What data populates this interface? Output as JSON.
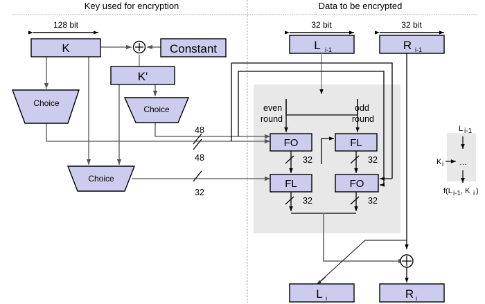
{
  "figure": {
    "headers": {
      "left": "Key used for encryption",
      "right": "Data to be encrypted"
    },
    "colors": {
      "box_fill": "#ccccee",
      "box_stroke": "#000000",
      "panel_fill": "#e8e8e8",
      "wire_dark": "#000000",
      "wire_gray": "#808080",
      "divider": "#999999",
      "background": "#ffffff"
    },
    "dimension_labels": [
      {
        "name": "key-width",
        "text": "128 bit"
      },
      {
        "name": "left-half-width",
        "text": "32 bit"
      },
      {
        "name": "right-half-width",
        "text": "32 bit"
      }
    ],
    "key_schedule": {
      "boxes": [
        {
          "name": "k-box",
          "label": "K"
        },
        {
          "name": "constant-box",
          "label": "Constant"
        },
        {
          "name": "kprime-box",
          "label": "K'"
        }
      ],
      "xor": {
        "name": "key-xor",
        "glyph": "+"
      },
      "choices": [
        {
          "name": "choice-left",
          "label": "Choice"
        },
        {
          "name": "choice-middle",
          "label": "Choice"
        },
        {
          "name": "choice-bottom",
          "label": "Choice"
        }
      ],
      "wire_labels": [
        {
          "name": "wire-48-upper",
          "text": "48"
        },
        {
          "name": "wire-48-lower",
          "text": "48"
        },
        {
          "name": "wire-32-choice",
          "text": "32"
        }
      ]
    },
    "data_path": {
      "inputs": [
        {
          "name": "l-prev-box",
          "label": "L",
          "subscript": "i-1"
        },
        {
          "name": "r-prev-box",
          "label": "R",
          "subscript": "i-1"
        }
      ],
      "round_labels": [
        {
          "name": "even-round-label",
          "line1": "even",
          "line2": "round"
        },
        {
          "name": "odd-round-label",
          "line1": "odd",
          "line2": "round"
        }
      ],
      "functions": [
        {
          "name": "fo-top-left",
          "label": "FO"
        },
        {
          "name": "fl-top-right",
          "label": "FL"
        },
        {
          "name": "fl-bottom-left",
          "label": "FL"
        },
        {
          "name": "fo-bottom-right",
          "label": "FO"
        }
      ],
      "bus_labels": [
        {
          "name": "bus-32-fo-tl",
          "text": "32"
        },
        {
          "name": "bus-32-fl-tr",
          "text": "32"
        },
        {
          "name": "bus-32-fl-bl",
          "text": "32"
        },
        {
          "name": "bus-32-fo-br",
          "text": "32"
        }
      ],
      "output_xor": {
        "name": "output-xor",
        "glyph": "+"
      },
      "outputs": [
        {
          "name": "l-out-box",
          "label": "L",
          "subscript": "i"
        },
        {
          "name": "r-out-box",
          "label": "R",
          "subscript": "i"
        }
      ]
    },
    "legend": {
      "name": "round-function-legend",
      "top_label": "L",
      "top_sub": "i-1",
      "key_label": "K",
      "key_sub": "i",
      "middle_glyph": "…",
      "bottom_text_a": "f(L",
      "bottom_sub_a": "i-1",
      "bottom_text_b": ", K",
      "bottom_sub_b": "i",
      "bottom_text_c": ")"
    }
  }
}
